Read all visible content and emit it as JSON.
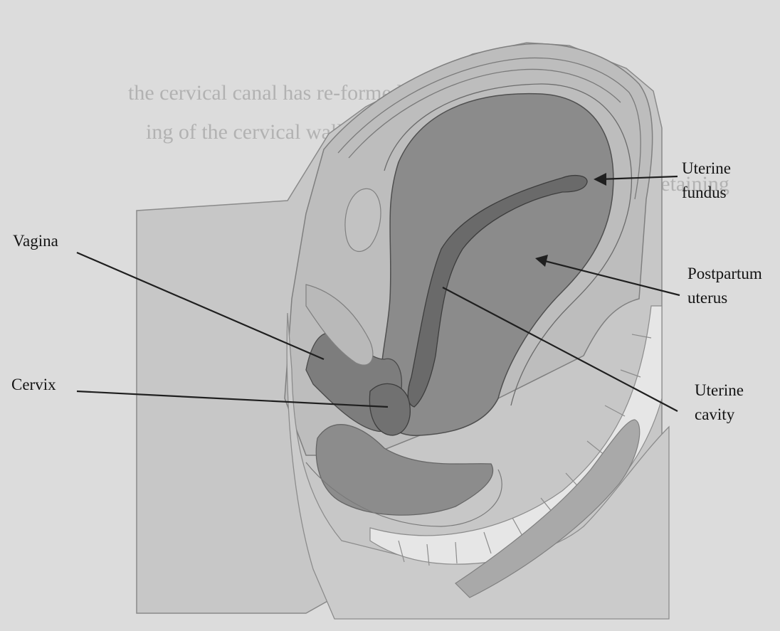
{
  "figure": {
    "labels": {
      "uterine_fundus": [
        "Uterine",
        "fundus"
      ],
      "postpartum_uterus": [
        "Postpartum",
        "uterus"
      ],
      "vagina": "Vagina",
      "cervix": "Cervix",
      "uterine_cavity": [
        "Uterine",
        "cavity"
      ]
    },
    "background_text_lines": [
      "the cervical canal has re-formed with progressive",
      "ing of the cervical walls.",
      "closed while retaining"
    ]
  },
  "colors": {
    "page": "#dcdcdc",
    "tissue_light": "#c9c9c9",
    "tissue_mid": "#b4b4b4",
    "uterus": "#8f8f8f",
    "cavity": "#6d6d6d",
    "bladder": "#909090",
    "spine": "#e8e8e8",
    "line": "#222222"
  }
}
